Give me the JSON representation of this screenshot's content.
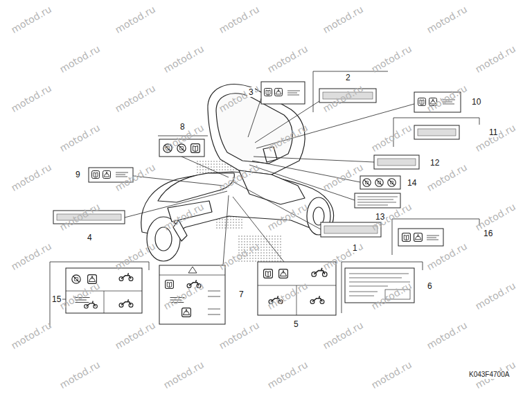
{
  "diagram": {
    "labels": [
      "3",
      "2",
      "10",
      "11",
      "12",
      "14",
      "13",
      "8",
      "9",
      "4",
      "1",
      "16",
      "15",
      "7",
      "5",
      "6",
      "K043F4700A",
      "motod.ru",
      "motod.ru",
      "motod.ru",
      "motod.ru",
      "motod.ru",
      "motod.ru",
      "motod.ru",
      "motod.ru",
      "motod.ru",
      "motod.ru",
      "motod.ru",
      "motod.ru",
      "motod.ru",
      "motod.ru",
      "motod.ru",
      "motod.ru",
      "motod.ru",
      "motod.ru",
      "motod.ru",
      "motod.ru",
      "motod.ru",
      "motod.ru",
      "motod.ru",
      "motod.ru",
      "motod.ru",
      "motod.ru",
      "motod.ru",
      "motod.ru",
      "motod.ru",
      "motod.ru",
      "motod.ru",
      "motod.ru",
      "motod.ru",
      "motod.ru",
      "motod.ru",
      "motod.ru",
      "motod.ru",
      "motod.ru",
      "motod.ru",
      "motod.ru",
      "motod.ru",
      "motod.ru",
      "motod.ru",
      "motod.ru",
      "motod.ru",
      "motod.ru",
      "motod.ru",
      "motod.ru",
      "motod.ru",
      "motod.ru"
    ]
  }
}
